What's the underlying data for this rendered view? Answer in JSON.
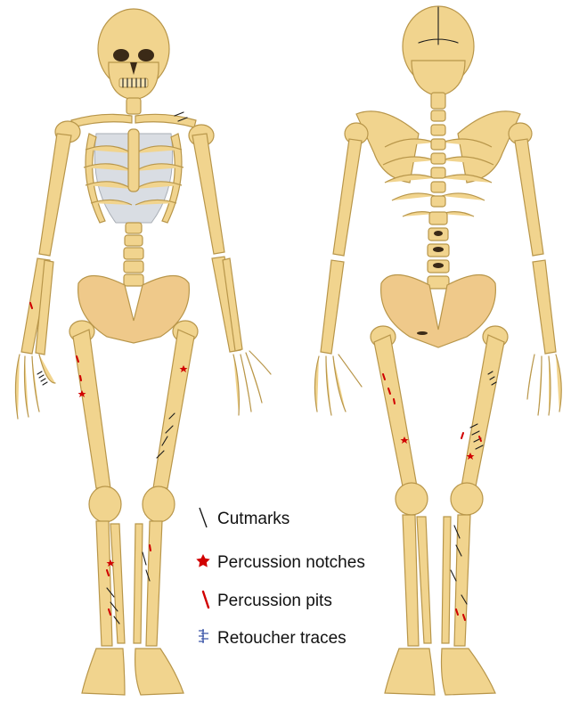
{
  "legend": {
    "items": [
      {
        "key": "cutmarks",
        "label": "Cutmarks",
        "symbol": "black-line",
        "color": "#1a1a1a"
      },
      {
        "key": "percussion_notches",
        "label": "Percussion notches",
        "symbol": "red-star",
        "color": "#d10000"
      },
      {
        "key": "percussion_pits",
        "label": "Percussion pits",
        "symbol": "red-line",
        "color": "#d10000"
      },
      {
        "key": "retoucher_traces",
        "label": "Retoucher traces",
        "symbol": "blue-hatch",
        "color": "#3a55a8"
      }
    ]
  },
  "views": [
    {
      "key": "anterior",
      "subject": "human skeleton front view"
    },
    {
      "key": "posterior",
      "subject": "human skeleton back view"
    }
  ]
}
